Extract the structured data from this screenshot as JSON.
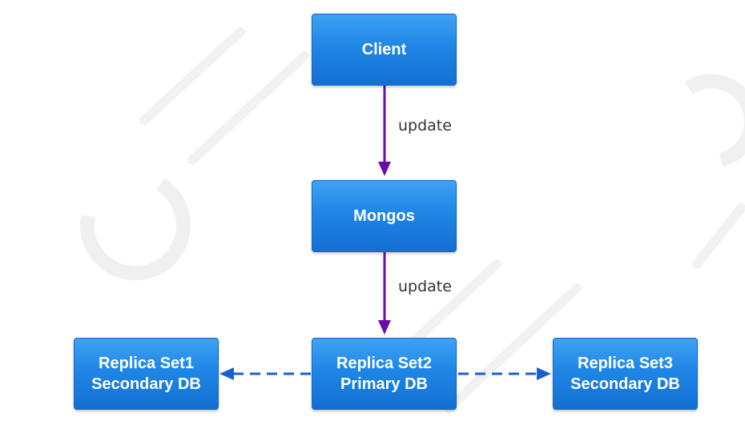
{
  "diagram": {
    "nodes": {
      "client": {
        "label": "Client"
      },
      "mongos": {
        "label": "Mongos"
      },
      "rs1": {
        "line1": "Replica Set1",
        "line2": "Secondary DB"
      },
      "rs2": {
        "line1": "Replica Set2",
        "line2": "Primary DB"
      },
      "rs3": {
        "line1": "Replica Set3",
        "line2": "Secondary DB"
      }
    },
    "edges": {
      "client_to_mongos": {
        "label": "update",
        "style": "solid"
      },
      "mongos_to_rs2": {
        "label": "update",
        "style": "solid"
      },
      "rs2_to_rs1": {
        "style": "dashed"
      },
      "rs2_to_rs3": {
        "style": "dashed"
      }
    },
    "colors": {
      "node_fill": "#1f86e6",
      "node_text": "#ffffff",
      "solid_arrow": "#6a0dad",
      "dashed_arrow": "#1a5fd1",
      "label_text": "#333333"
    }
  }
}
